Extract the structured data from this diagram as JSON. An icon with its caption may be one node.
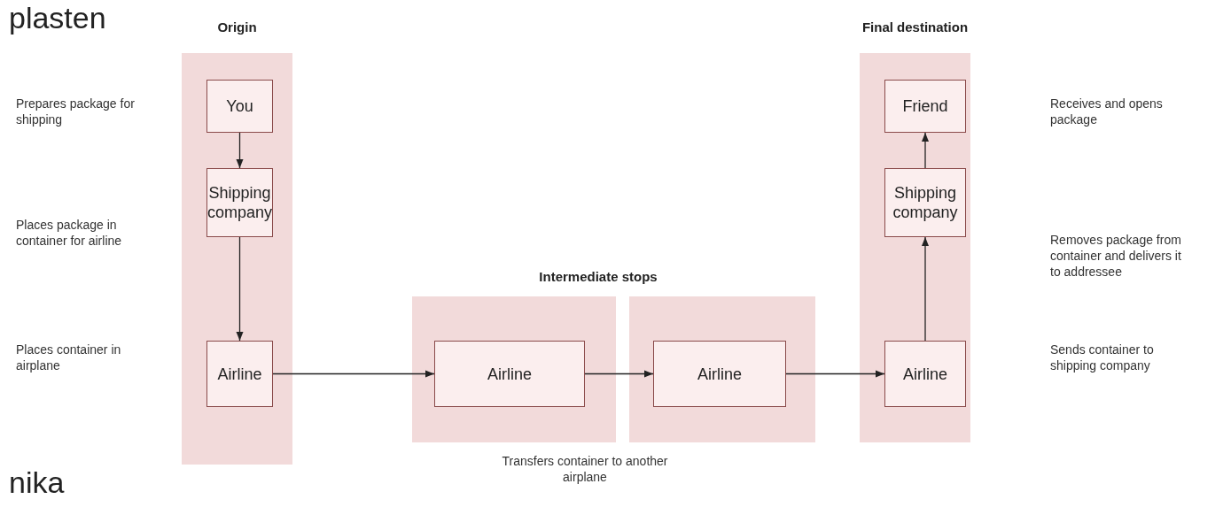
{
  "diagram": {
    "nodes": [
      {
        "text": [
          "Origin"
        ]
      },
      {
        "text": [
          "You"
        ],
        "in": 0
      },
      {
        "text": [
          "Shipping company"
        ],
        "in": 0
      },
      {
        "text": [
          "Airline"
        ],
        "in": 0
      },
      {
        "text": [],
        "shape": "box"
      },
      {
        "text": [
          "Airline"
        ],
        "in": 4
      },
      {
        "text": [],
        "shape": "box"
      },
      {
        "text": [
          "Airline"
        ],
        "in": 6
      },
      {
        "text": [
          "Final destination"
        ]
      },
      {
        "text": [
          "Friend"
        ],
        "in": 8
      },
      {
        "text": [
          "Shipping company"
        ],
        "in": 8
      },
      {
        "text": [
          "Airline"
        ],
        "in": 8
      }
    ],
    "edges": [
      {
        "from": 1,
        "to": 2,
        "arrow": "to"
      },
      {
        "from": 2,
        "to": 3,
        "arrow": "to"
      },
      {
        "from": 3,
        "to": 5,
        "arrow": "to"
      },
      {
        "from": 5,
        "to": 7,
        "arrow": "to"
      },
      {
        "from": 7,
        "to": 11,
        "arrow": "to"
      },
      {
        "from": 11,
        "to": 10,
        "arrow": "to"
      },
      {
        "from": 10,
        "to": 9,
        "arrow": "to"
      }
    ],
    "labels": [
      "plasten",
      "Prepares package for shipping",
      "Receives and opens package",
      "Places package in container for airline",
      "Removes package from container and delivers it to addressee",
      "Intermediate stops",
      "Places container in airplane",
      "Sends container to shipping company",
      "Transfers container to another airplane",
      "nika"
    ]
  }
}
